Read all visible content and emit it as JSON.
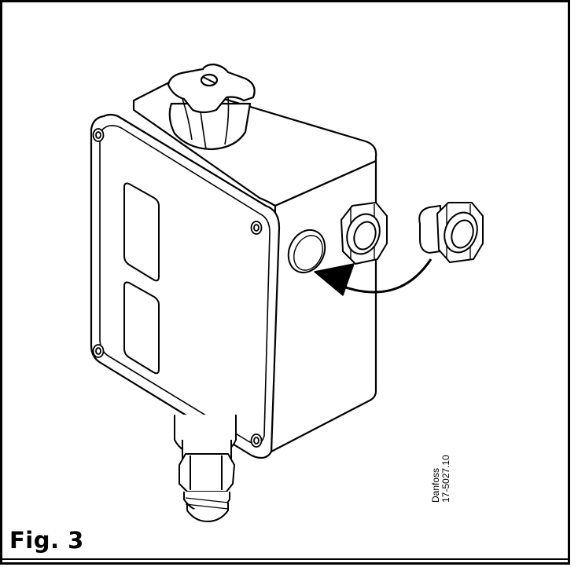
{
  "figure": {
    "label": "Fig. 3",
    "vendor": "Danfoss",
    "drawing_code": "17-5027.10"
  },
  "colors": {
    "line": "#000000",
    "background": "#ffffff"
  }
}
